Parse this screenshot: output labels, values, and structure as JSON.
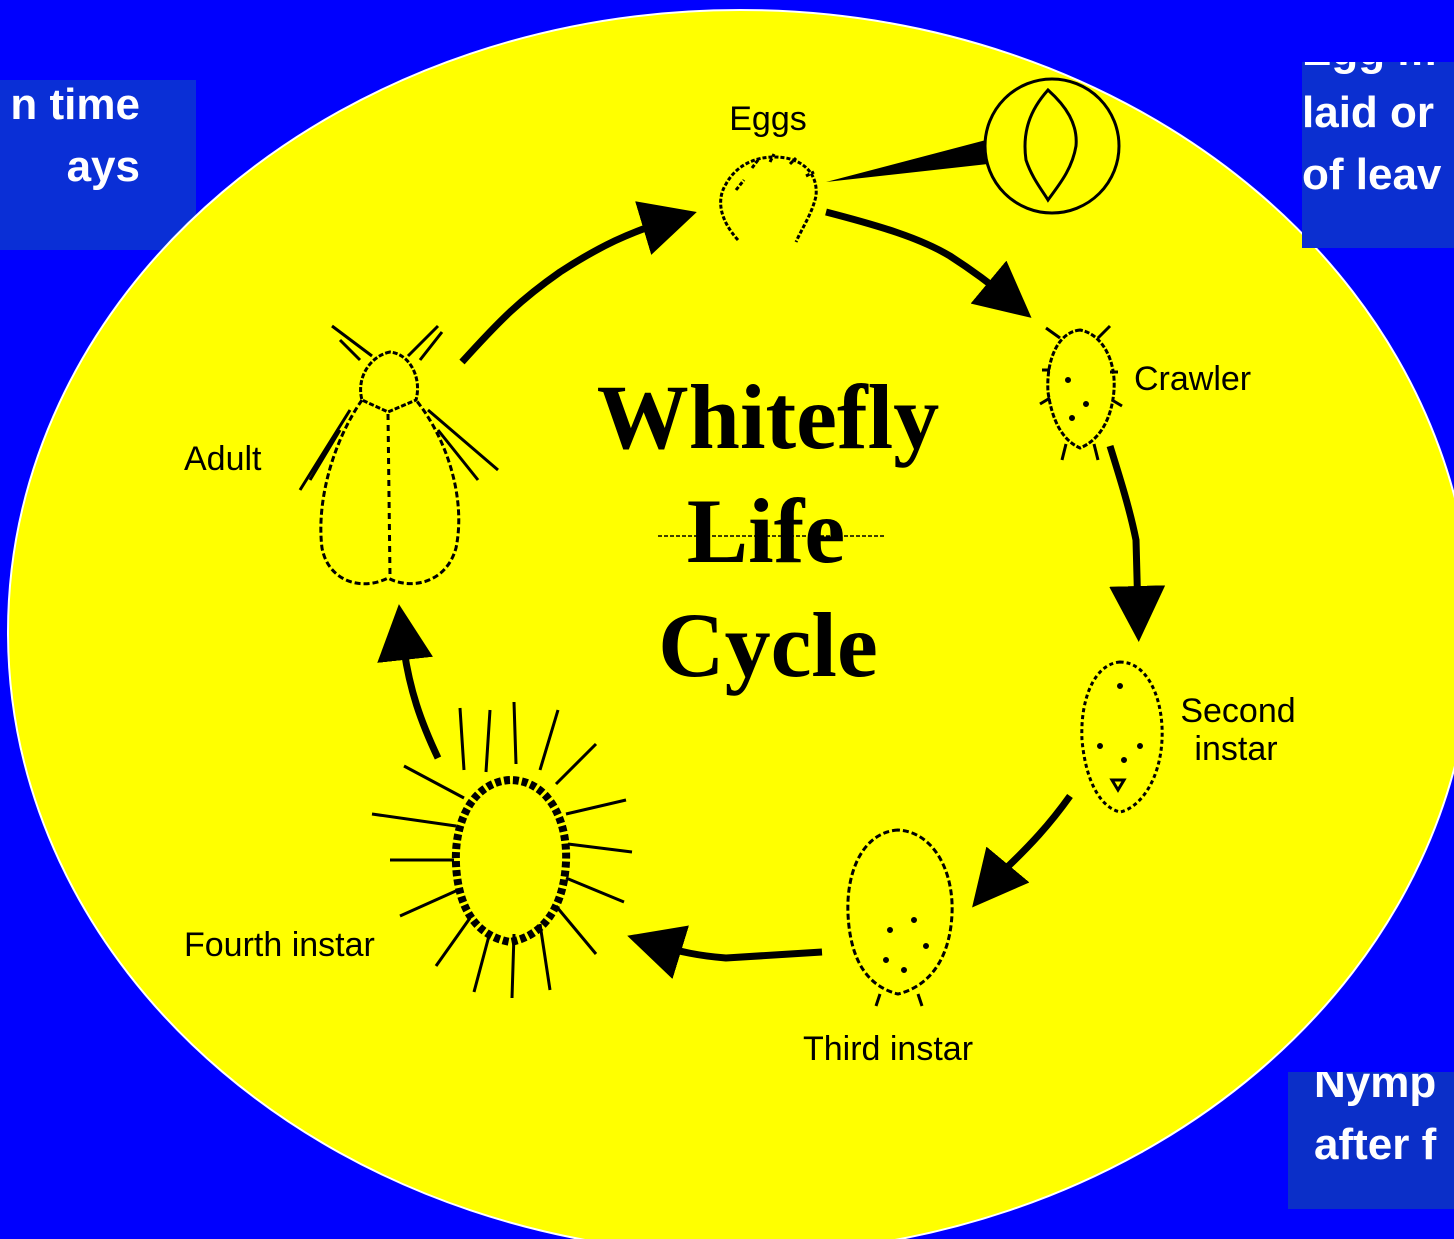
{
  "diagram": {
    "title_lines": [
      "Whitefly",
      "Life",
      "Cycle"
    ],
    "stages": {
      "eggs": "Eggs",
      "crawler": "Crawler",
      "second_instar_1": "Second",
      "second_instar_2": "instar",
      "third_instar": "Third instar",
      "fourth_instar": "Fourth instar",
      "adult": "Adult"
    }
  },
  "side_boxes": {
    "top_left": "n time\nays",
    "top_right": "Egg m\nlaid or\nof leav",
    "bottom_right": "Nymp\nafter f"
  },
  "colors": {
    "background": "#0000fe",
    "ellipse": "#ffff00",
    "box": "#0a2fd6",
    "ink": "#000000"
  }
}
